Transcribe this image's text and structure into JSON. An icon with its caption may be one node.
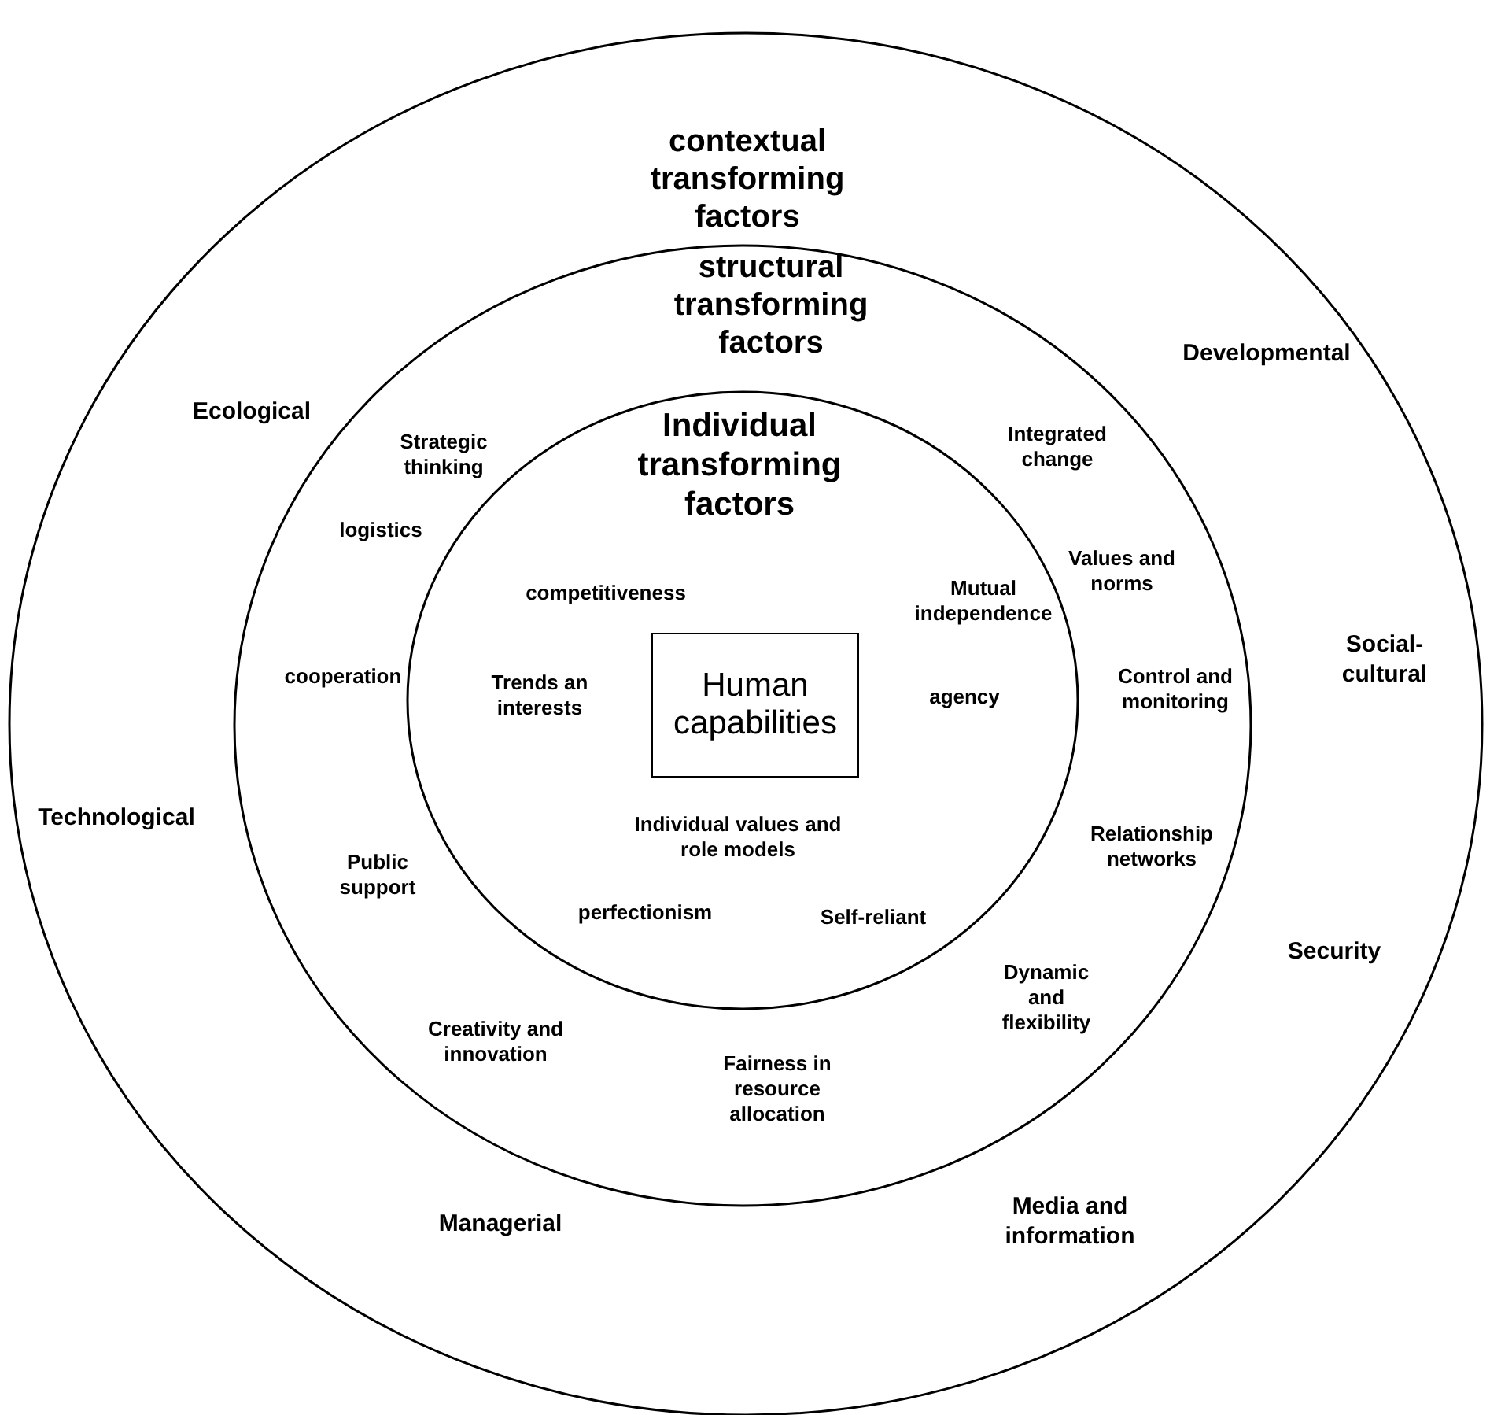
{
  "diagram": {
    "nodes": [
      {
        "text": [
          "contextual transforming factors"
        ]
      },
      {
        "text": [
          "structural transforming factors"
        ],
        "in": 0
      },
      {
        "text": [
          "Individual transforming factors"
        ],
        "in": 1
      },
      {
        "text": [
          "Human capabilities"
        ],
        "in": 2
      }
    ],
    "labels": [
      "Developmental",
      "Ecological",
      "Strategic thinking",
      "Integrated change",
      "logistics",
      "Values and norms",
      "competitiveness",
      "Mutual independence",
      "Social-cultural",
      "Trends an interests",
      "agency",
      "Control and monitoring",
      "cooperation",
      "Technological",
      "Individual values and role models",
      "Relationship networks",
      "Public support",
      "perfectionism",
      "Self-reliant",
      "Security",
      "Dynamic and flexibility",
      "Creativity and innovation",
      "Fairness in resource allocation",
      "Managerial",
      "Media and information"
    ]
  }
}
